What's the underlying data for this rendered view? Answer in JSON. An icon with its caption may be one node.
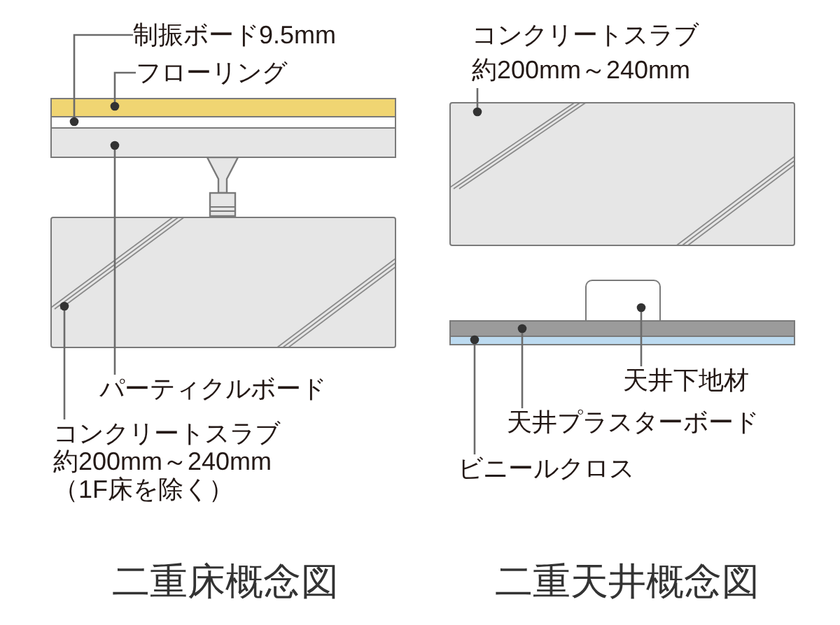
{
  "diagram": {
    "nodes": [
      {
        "text": [
          "制振ボード9.5mm"
        ]
      },
      {
        "text": [
          "フローリング"
        ]
      },
      {
        "text": [],
        "shape": "bar"
      },
      {
        "text": [],
        "shape": "bar"
      },
      {
        "text": [],
        "shape": "bar"
      },
      {
        "text": [],
        "shape": "box"
      },
      {
        "text": [
          "パーティクルボード"
        ]
      },
      {
        "text": [
          "コンクリートスラブ約200mm～240mm（1F床を除く）"
        ]
      },
      {
        "text": [
          "コンクリートスラブ約200mm～240mm"
        ]
      },
      {
        "text": [],
        "shape": "box"
      },
      {
        "text": [],
        "shape": "box"
      },
      {
        "text": [],
        "shape": "bar"
      },
      {
        "text": [],
        "shape": "bar"
      },
      {
        "text": [
          "天井下地材"
        ]
      },
      {
        "text": [
          "天井プラスターボード"
        ]
      },
      {
        "text": [
          "ビニールクロス"
        ]
      }
    ],
    "edges": [
      {
        "from": 0,
        "to": 3,
        "arrow": "other"
      },
      {
        "from": 1,
        "to": 2,
        "arrow": "other"
      },
      {
        "from": 6,
        "to": 4,
        "arrow": "other"
      },
      {
        "from": 7,
        "to": 5,
        "arrow": "other"
      },
      {
        "from": 8,
        "to": 9,
        "arrow": "other"
      },
      {
        "from": 13,
        "to": 10,
        "arrow": "other"
      },
      {
        "from": 14,
        "to": 11,
        "arrow": "other"
      },
      {
        "from": 15,
        "to": 12,
        "arrow": "other"
      }
    ],
    "labels": [
      "二重床概念図",
      "二重天井概念図"
    ]
  }
}
